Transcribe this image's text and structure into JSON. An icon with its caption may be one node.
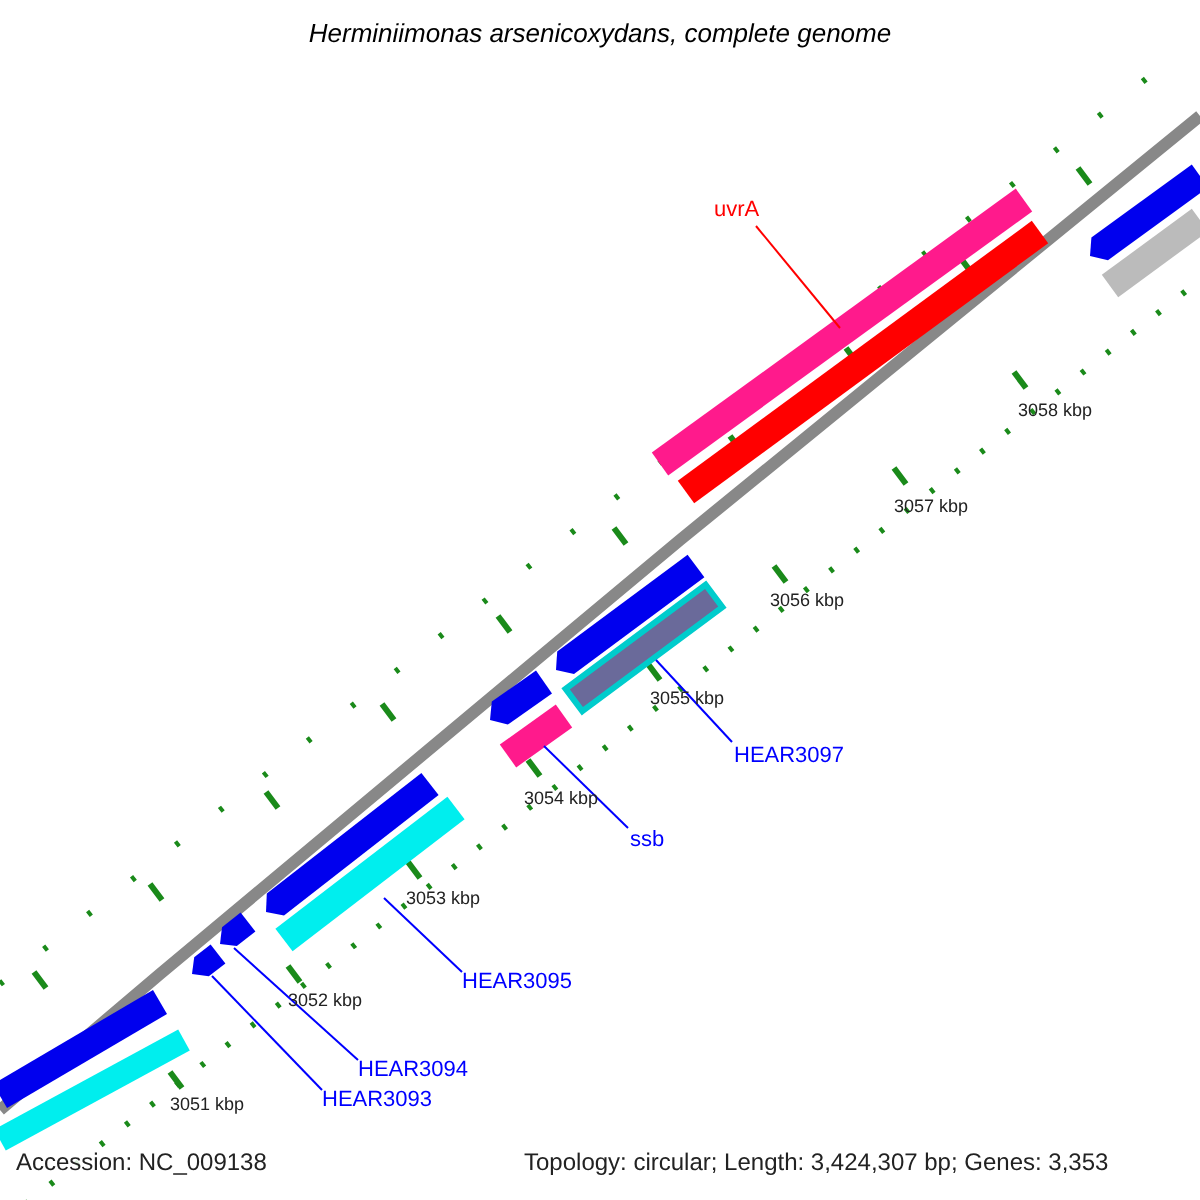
{
  "diagram": {
    "title": "Herminiimonas arsenicoxydans, complete genome",
    "nodes": [
      {
        "text": [
          "uvrA"
        ]
      },
      {
        "text": [
          "HEAR3097"
        ]
      },
      {
        "text": [
          "ssb"
        ]
      },
      {
        "text": [
          "HEAR3095"
        ]
      },
      {
        "text": [
          "HEAR3094"
        ]
      },
      {
        "text": [
          "HEAR3093"
        ]
      },
      {
        "text": [],
        "shape": "bar"
      },
      {
        "text": [],
        "shape": "bar"
      },
      {
        "text": [],
        "shape": "bar"
      },
      {
        "text": [],
        "shape": "bar"
      },
      {
        "text": [],
        "shape": "bar"
      },
      {
        "text": [],
        "shape": "bar"
      },
      {
        "text": [],
        "shape": "bar"
      },
      {
        "text": [],
        "shape": "bar"
      },
      {
        "text": [],
        "shape": "bar"
      },
      {
        "text": [],
        "shape": "bar"
      },
      {
        "text": [],
        "shape": "bar"
      },
      {
        "text": [],
        "shape": "bar"
      },
      {
        "text": [],
        "shape": "bar"
      },
      {
        "text": [],
        "shape": "bar"
      }
    ],
    "edges": [
      {
        "from": 0,
        "to": 6,
        "arrow": "none",
        "color": "#ff0000"
      },
      {
        "from": 1,
        "to": 7,
        "arrow": "none"
      },
      {
        "from": 2,
        "to": 8,
        "arrow": "none"
      },
      {
        "from": 3,
        "to": 9,
        "arrow": "none"
      },
      {
        "from": 4,
        "to": 10,
        "arrow": "none"
      },
      {
        "from": 5,
        "to": 11,
        "arrow": "none"
      }
    ],
    "labels": [
      "3058 kbp",
      "3057 kbp",
      "3056 kbp",
      "3055 kbp",
      "3054 kbp",
      "3053 kbp",
      "3052 kbp",
      "3051 kbp",
      "Accession: NC_009138",
      "Topology: circular; Length: 3,424,307 bp; Genes: 3,353"
    ]
  }
}
